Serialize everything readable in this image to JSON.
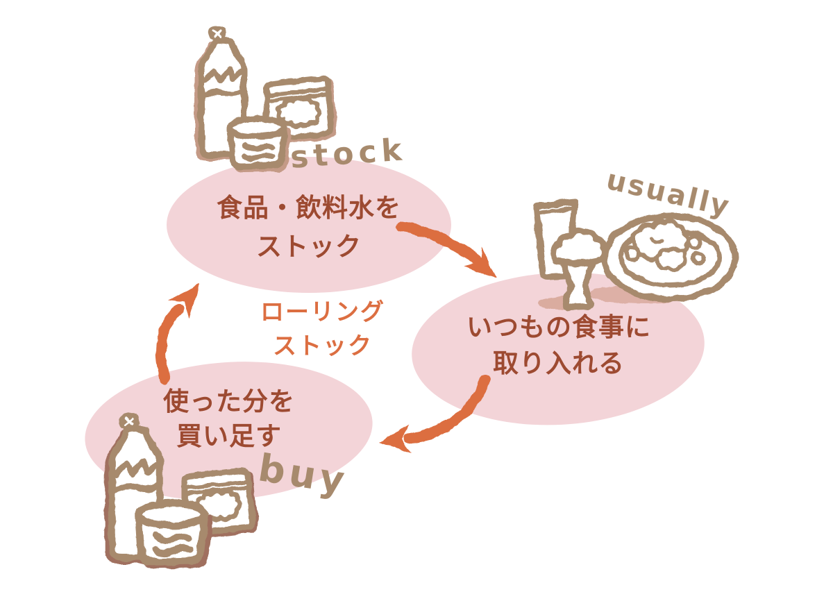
{
  "diagram": {
    "background": "#ffffff",
    "center_label": {
      "line1": "ローリング",
      "line2": "ストック"
    },
    "nodes": [
      {
        "id": "stock",
        "line1": "食品・飲料水を",
        "line2": "ストック",
        "annotation": "stock",
        "illustration": "water-bottle, canned-food, food-pouch"
      },
      {
        "id": "usually",
        "line1": "いつもの食事に",
        "line2": "取り入れる",
        "annotation": "usually",
        "illustration": "glass, rice-bowl, plate-of-food"
      },
      {
        "id": "buy",
        "line1": "使った分を",
        "line2": "買い足す",
        "annotation": "buy",
        "illustration": "water-bottle, canned-food, food-pouch"
      }
    ],
    "arrows": [
      {
        "from": "stock",
        "to": "usually"
      },
      {
        "from": "usually",
        "to": "buy"
      },
      {
        "from": "buy",
        "to": "stock"
      }
    ],
    "colors": {
      "ellipse_pink": "#f3d4d8",
      "label_brown": "#9d4a31",
      "arrow_orange": "#dc6e41",
      "sketch_taupe": "#a78a6d",
      "sketch_shadow": "#c49a86"
    }
  }
}
